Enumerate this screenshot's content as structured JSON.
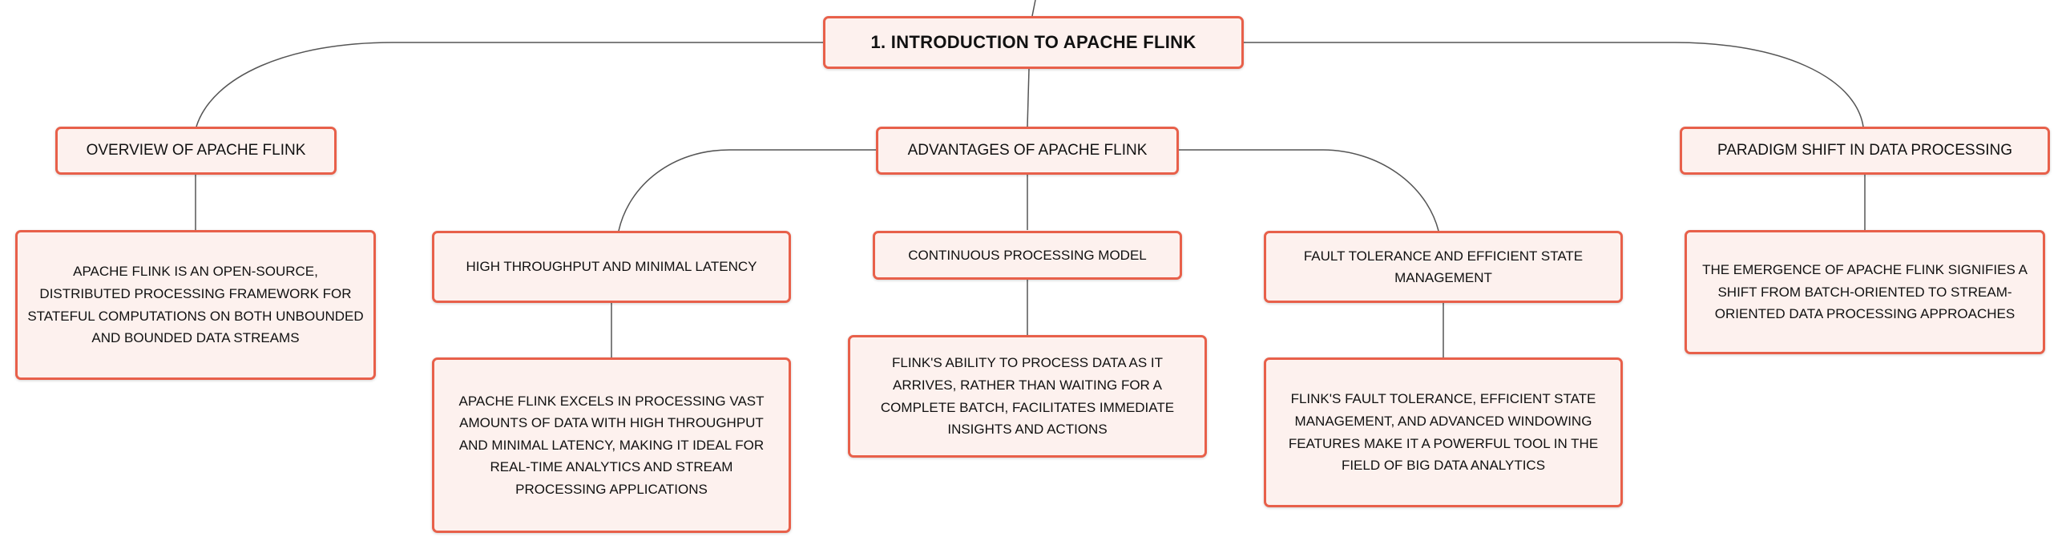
{
  "root": {
    "title": "1. INTRODUCTION TO APACHE FLINK"
  },
  "branches": [
    {
      "title": "OVERVIEW OF APACHE FLINK",
      "detail": "APACHE FLINK IS AN OPEN-SOURCE, DISTRIBUTED PROCESSING FRAMEWORK FOR STATEFUL COMPUTATIONS ON BOTH UNBOUNDED AND BOUNDED DATA STREAMS"
    },
    {
      "title": "ADVANTAGES OF APACHE FLINK",
      "children": [
        {
          "title": "HIGH THROUGHPUT AND MINIMAL LATENCY",
          "detail": "APACHE FLINK EXCELS IN PROCESSING VAST AMOUNTS OF DATA WITH HIGH THROUGHPUT AND MINIMAL LATENCY, MAKING IT IDEAL FOR REAL-TIME ANALYTICS AND STREAM PROCESSING APPLICATIONS"
        },
        {
          "title": "CONTINUOUS PROCESSING MODEL",
          "detail": "FLINK'S ABILITY TO PROCESS DATA AS IT ARRIVES, RATHER THAN WAITING FOR A COMPLETE BATCH, FACILITATES IMMEDIATE INSIGHTS AND ACTIONS"
        },
        {
          "title": "FAULT TOLERANCE AND EFFICIENT STATE MANAGEMENT",
          "detail": "FLINK'S FAULT TOLERANCE, EFFICIENT STATE MANAGEMENT, AND ADVANCED WINDOWING FEATURES MAKE IT A POWERFUL TOOL IN THE FIELD OF BIG DATA ANALYTICS"
        }
      ]
    },
    {
      "title": "PARADIGM SHIFT IN DATA PROCESSING",
      "detail": "THE EMERGENCE OF APACHE FLINK SIGNIFIES A SHIFT FROM BATCH-ORIENTED TO STREAM-ORIENTED DATA PROCESSING APPROACHES"
    }
  ],
  "colors": {
    "node_fill": "#fdf1ee",
    "node_border": "#e8604a",
    "connector": "#555555"
  }
}
